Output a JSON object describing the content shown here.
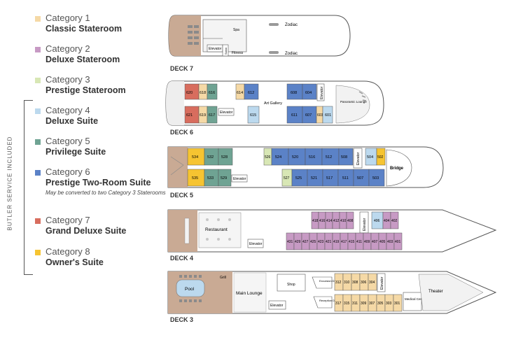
{
  "legend": {
    "categories": [
      {
        "number": "Category 1",
        "name": "Classic Stateroom",
        "color": "#f5d9a6"
      },
      {
        "number": "Category 2",
        "name": "Deluxe Stateroom",
        "color": "#c79ac4"
      },
      {
        "number": "Category 3",
        "name": "Prestige Stateroom",
        "color": "#d8e7b5"
      },
      {
        "number": "Category 4",
        "name": "Deluxe Suite",
        "color": "#bcd9ee"
      },
      {
        "number": "Category 5",
        "name": "Privilege Suite",
        "color": "#6fa393"
      },
      {
        "number": "Category 6",
        "name": "Prestige Two-Room Suite",
        "color": "#5b82c7",
        "note": "May be converted to two Category 3 Staterooms"
      },
      {
        "number": "Category 7",
        "name": "Grand Deluxe Suite",
        "color": "#d86d5e"
      },
      {
        "number": "Category 8",
        "name": "Owner's Suite",
        "color": "#f6c431"
      }
    ],
    "butler_note": "BUTLER SERVICE INCLUDED"
  },
  "decks": {
    "deck7": {
      "label": "DECK 7",
      "spa": "Spa",
      "elevator": "Elevator",
      "salon": "Salon",
      "fitness": "Fitness",
      "zodiac_top": "Zodiac",
      "zodiac_bottom": "Zodiac"
    },
    "deck6": {
      "label": "DECK 6",
      "art_gallery": "Art Gallery",
      "elevator_left": "Elevator",
      "elevator_right": "Elevator",
      "panoramic_lounge": "Panoramic Lounge",
      "top_rooms": [
        "620",
        "618",
        "616",
        "614",
        "612",
        "608",
        "604"
      ],
      "bottom_rooms": [
        "621",
        "619",
        "617",
        "615",
        "611",
        "607",
        "603",
        "601"
      ]
    },
    "deck5": {
      "label": "DECK 5",
      "elevator_left": "Elevator",
      "elevator_right": "Elevator",
      "bridge": "Bridge",
      "top_rooms": [
        "534",
        "532",
        "528",
        "526",
        "524",
        "520",
        "516",
        "512",
        "508",
        "504",
        "502"
      ],
      "bottom_rooms": [
        "535",
        "533",
        "529",
        "527",
        "525",
        "521",
        "517",
        "511",
        "507",
        "503"
      ]
    },
    "deck4": {
      "label": "DECK 4",
      "restaurant": "Restaurant",
      "elevator_left": "Elevator",
      "elevator_right": "Elevator",
      "top_rooms": [
        "418",
        "416",
        "414",
        "412",
        "410",
        "408",
        "406",
        "404",
        "402"
      ],
      "bottom_rooms": [
        "431",
        "429",
        "427",
        "425",
        "423",
        "421",
        "419",
        "417",
        "415",
        "411",
        "409",
        "407",
        "405",
        "403",
        "401"
      ]
    },
    "deck3": {
      "label": "DECK 3",
      "pool": "Pool",
      "grill": "Grill",
      "main_lounge": "Main Lounge",
      "shop": "Shop",
      "elevator_left": "Elevator",
      "elevator_right": "Elevator",
      "excursion_desk": "Excursion Desk",
      "reception_desk": "Reception Desk",
      "medical_center": "Medical Center",
      "theater": "Theater",
      "top_rooms": [
        "312",
        "310",
        "308",
        "306",
        "304"
      ],
      "bottom_rooms": [
        "317",
        "315",
        "311",
        "309",
        "307",
        "305",
        "303",
        "301"
      ]
    }
  }
}
